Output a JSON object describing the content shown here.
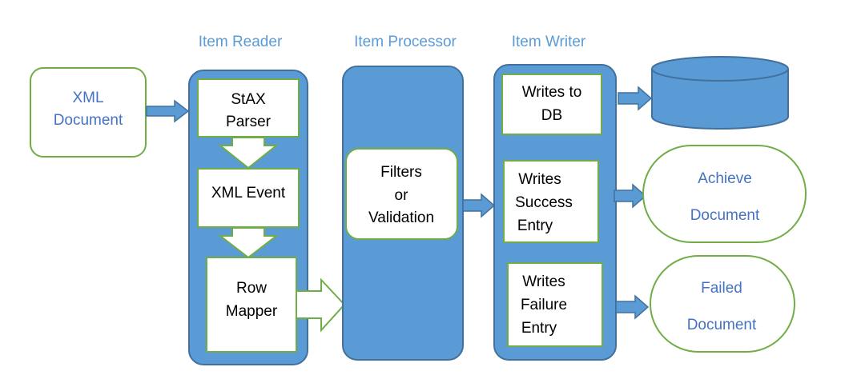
{
  "headers": {
    "reader": "Item Reader",
    "processor": "Item Processor",
    "writer": "Item Writer"
  },
  "input": {
    "line1": "XML",
    "line2": "Document"
  },
  "reader": {
    "stax_line1": "StAX",
    "stax_line2": "Parser",
    "event": "XML Event",
    "mapper_line1": "Row",
    "mapper_line2": "Mapper"
  },
  "processor": {
    "line1": "Filters",
    "line2": "or",
    "line3": "Validation"
  },
  "writer": {
    "db_line1": "Writes to",
    "db_line2": "DB",
    "success_line1": "Writes",
    "success_line2": "Success",
    "success_line3": "Entry",
    "failure_line1": "Writes",
    "failure_line2": "Failure",
    "failure_line3": "Entry"
  },
  "outputs": {
    "achieve_line1": "Achieve",
    "achieve_line2": "Document",
    "failed_line1": "Failed",
    "failed_line2": "Document"
  },
  "colors": {
    "lane_fill": "#5b9bd5",
    "lane_stroke": "#41719c",
    "green_border": "#70ad47",
    "header_text": "#5b9bd5",
    "doc_text": "#4472c4"
  }
}
